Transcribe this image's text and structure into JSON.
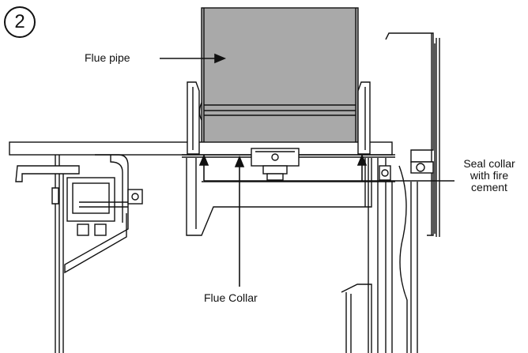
{
  "step_number": "2",
  "labels": {
    "flue_pipe": "Flue pipe",
    "flue_collar": "Flue Collar",
    "seal_collar": [
      "Seal collar",
      "with fire",
      "cement"
    ]
  },
  "colors": {
    "pipe_fill": "#a9a9a9",
    "line": "#111111",
    "background": "#ffffff"
  }
}
